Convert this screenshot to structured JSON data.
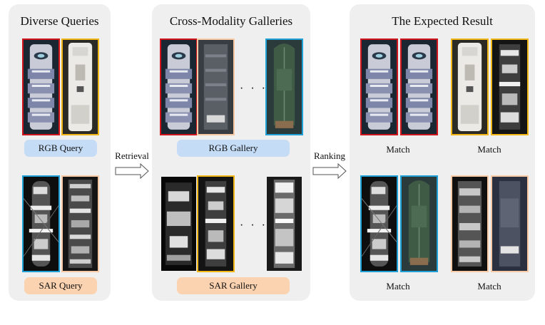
{
  "panels": {
    "queries_title": "Diverse Queries",
    "galleries_title": "Cross-Modality Galleries",
    "result_title": "The Expected Result"
  },
  "labels": {
    "rgb_query": "RGB Query",
    "sar_query": "SAR Query",
    "rgb_gallery": "RGB Gallery",
    "sar_gallery": "SAR Gallery",
    "ellipsis": "· · ·"
  },
  "arrows": {
    "retrieval": "Retrieval",
    "ranking": "Ranking"
  },
  "results": {
    "match_top_left": "Match",
    "match_top_right": "Match",
    "match_bottom_left": "Match",
    "match_bottom_right": "Match"
  },
  "colors": {
    "red": "#d0141c",
    "yellow": "#f2b716",
    "blue": "#1fa0d7",
    "peach": "#f7c9a4"
  }
}
